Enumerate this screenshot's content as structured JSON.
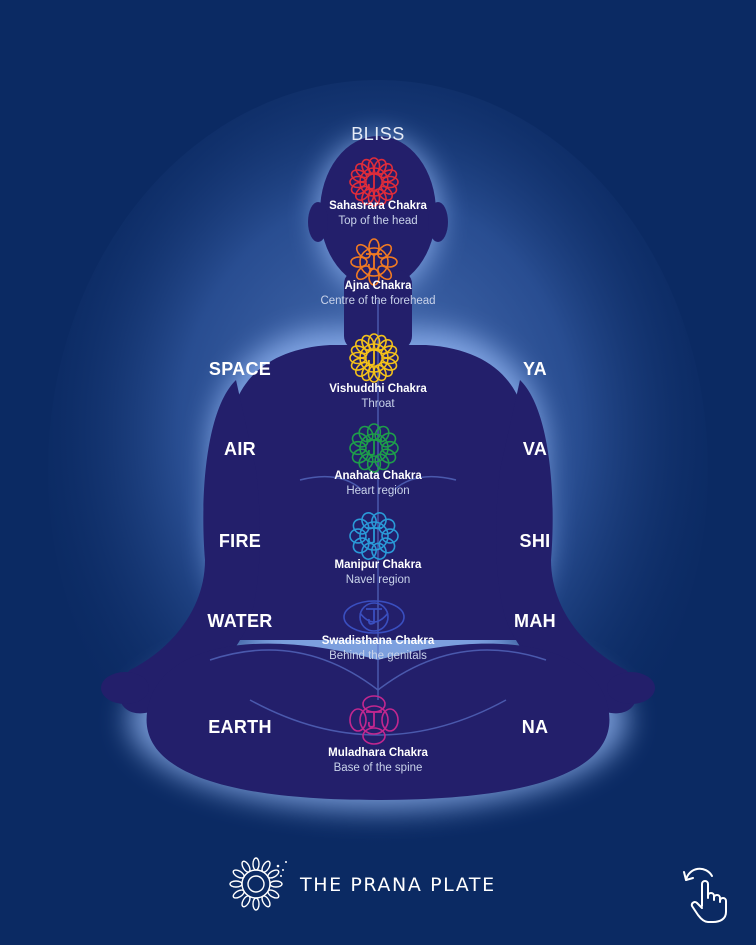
{
  "top_label": "BLISS",
  "elements": [
    "SPACE",
    "AIR",
    "FIRE",
    "WATER",
    "EARTH"
  ],
  "syllables": [
    "YA",
    "VA",
    "SHI",
    "MAH",
    "NA"
  ],
  "chakras": [
    {
      "name": "Sahasrara Chakra",
      "location": "Top of the head",
      "color": "#e02c3a",
      "icon": "sahasrara-symbol-icon"
    },
    {
      "name": "Ajna Chakra",
      "location": "Centre of the forehead",
      "color": "#f07a22",
      "icon": "ajna-symbol-icon"
    },
    {
      "name": "Vishuddhi Chakra",
      "location": "Throat",
      "color": "#f3c11b",
      "icon": "vishuddhi-symbol-icon"
    },
    {
      "name": "Anahata Chakra",
      "location": "Heart region",
      "color": "#1e9e4a",
      "icon": "anahata-symbol-icon"
    },
    {
      "name": "Manipur Chakra",
      "location": "Navel region",
      "color": "#2a9ad8",
      "icon": "manipur-symbol-icon"
    },
    {
      "name": "Swadisthana Chakra",
      "location": "Behind the genitals",
      "color": "#3a4fc0",
      "icon": "swadisthana-symbol-icon"
    },
    {
      "name": "Muladhara Chakra",
      "location": "Base of the spine",
      "color": "#c2278f",
      "icon": "muladhara-symbol-icon"
    }
  ],
  "brand": {
    "name": "THE PRANA PLATE",
    "logo_icon": "mandala-logo-icon"
  },
  "tap_icon": "tap-hand-icon",
  "colors": {
    "background": "#0b2a63",
    "figure": "#231f6b",
    "glow": "#a9c8ff"
  }
}
